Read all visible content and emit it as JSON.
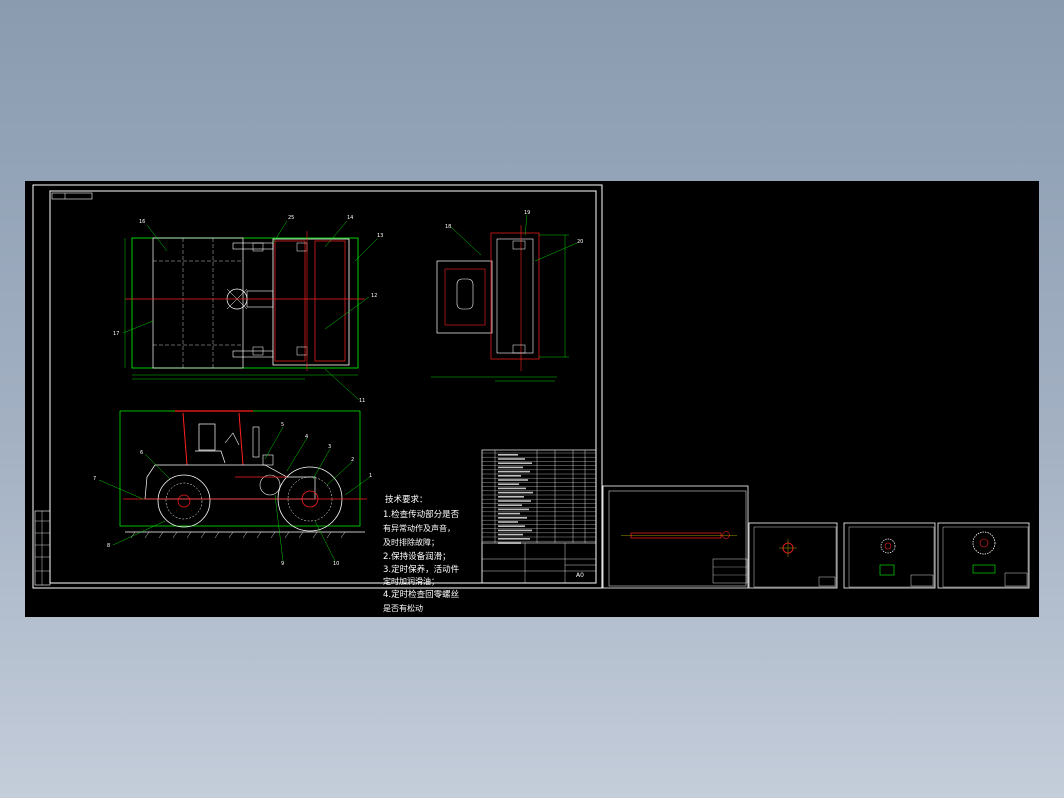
{
  "main_sheet": {
    "tech_notes": {
      "heading": "技术要求：",
      "lines": [
        "1.检查传动部分是否",
        "有异常动作及声音，",
        "及时排除故障；",
        "2.保持设备润滑；",
        "3.定时保养，活动件",
        "定时加润滑油；",
        "4.定时检查回零螺丝",
        "是否有松动"
      ]
    },
    "callouts_top": [
      "16",
      "25",
      "14",
      "13",
      "17",
      "12",
      "11"
    ],
    "callouts_side": [
      "18",
      "19",
      "20"
    ],
    "callouts_lower": [
      "7",
      "6",
      "5",
      "4",
      "3",
      "2",
      "1",
      "8",
      "9",
      "10"
    ],
    "title_block_scale": "A0"
  },
  "colors": {
    "background": "#000000",
    "frame": "#ffffff",
    "outline_green": "#00ff00",
    "part_red": "#ff2020",
    "detail_white": "#ffffff",
    "center_yellow": "#ffff00"
  }
}
